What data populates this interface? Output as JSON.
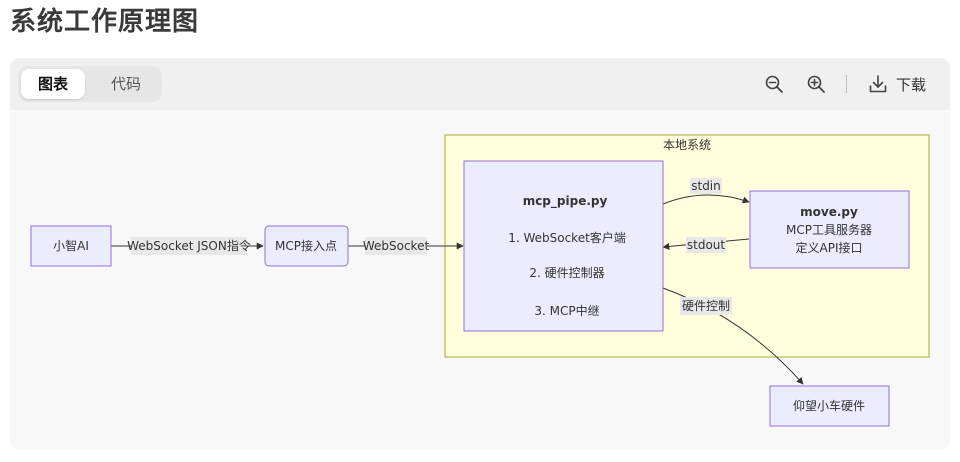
{
  "page": {
    "title": "系统工作原理图"
  },
  "toolbar": {
    "tabs": [
      {
        "label": "图表",
        "active": true
      },
      {
        "label": "代码",
        "active": false
      }
    ],
    "zoom_out_icon": "zoom-out-icon",
    "zoom_in_icon": "zoom-in-icon",
    "download_icon": "download-icon",
    "download_label": "下载"
  },
  "diagram": {
    "cluster": {
      "label": "本地系统"
    },
    "nodes": {
      "xiaozhi": {
        "label": "小智AI"
      },
      "mcp_access": {
        "label": "MCP接入点"
      },
      "mcp_pipe": {
        "title": "mcp_pipe.py",
        "lines": [
          "1. WebSocket客户端",
          "2. 硬件控制器",
          "3. MCP中继"
        ]
      },
      "move": {
        "title": "move.py",
        "lines": [
          "MCP工具服务器",
          "定义API接口"
        ]
      },
      "hardware": {
        "label": "仰望小车硬件"
      }
    },
    "edges": {
      "ws_json": "WebSocket JSON指令",
      "ws": "WebSocket",
      "stdin": "stdin",
      "stdout": "stdout",
      "hw_ctrl": "硬件控制"
    },
    "colors": {
      "node_fill": "#ececff",
      "node_stroke": "#9370db",
      "cluster_fill": "#ffffde",
      "cluster_stroke": "#aaaa33",
      "edge": "#333333",
      "edge_label_bg": "#e8e8e8"
    }
  }
}
